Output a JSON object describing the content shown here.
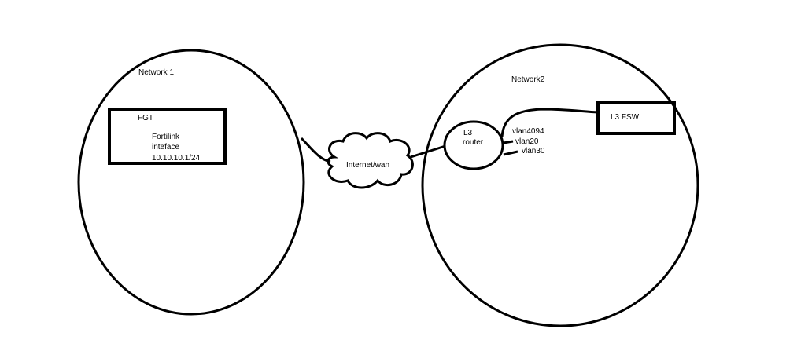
{
  "network1": {
    "label": "Network 1",
    "fgt": {
      "label": "FGT",
      "lines": [
        "Fortilink",
        "inteface",
        "10.10.10.1/24"
      ]
    }
  },
  "cloud": {
    "label": "Internet/wan"
  },
  "network2": {
    "label": "Network2",
    "router": {
      "lines": [
        "L3",
        "router"
      ]
    },
    "vlans": [
      "vlan4094",
      "vlan20",
      "vlan30"
    ],
    "fsw": {
      "label": "L3 FSW"
    }
  }
}
